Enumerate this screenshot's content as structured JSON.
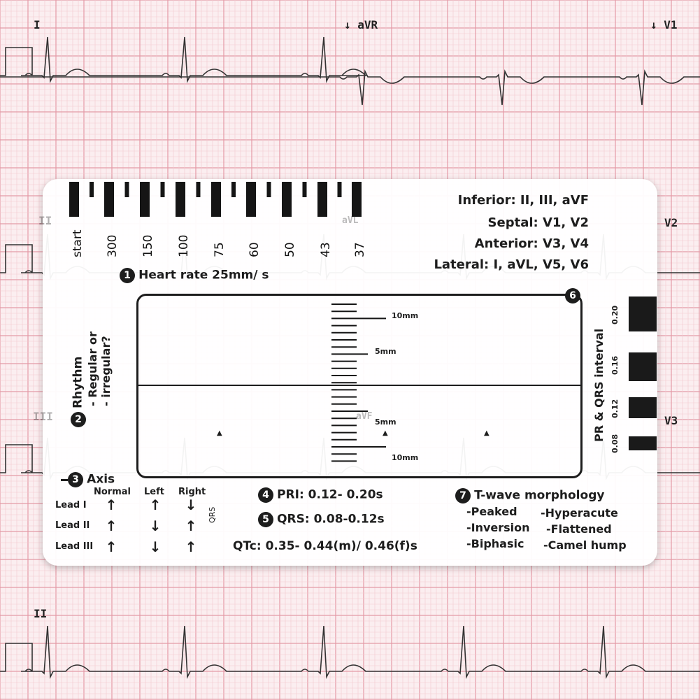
{
  "leads": {
    "I": "I",
    "aVR": "aVR",
    "V1": "V1",
    "II_top": "II",
    "aVL": "aVL",
    "V2": "V2",
    "III": "III",
    "aVF": "aVF",
    "V3": "V3",
    "II_bottom": "II"
  },
  "ruler": {
    "labels": [
      "start",
      "300",
      "150",
      "100",
      "75",
      "60",
      "50",
      "43",
      "37"
    ]
  },
  "territories": {
    "inferior": "Inferior: II, III, aVF",
    "septal": "Septal: V1, V2",
    "anterior": "Anterior: V3, V4",
    "lateral": "Lateral: I, aVL, V5, V6"
  },
  "heart_rate": {
    "number": "1",
    "label": "Heart rate 25mm/ s"
  },
  "rhythm": {
    "number": "2",
    "title": "Rhythm",
    "line1": "- Regular or",
    "line2": "- irregular?"
  },
  "axis": {
    "number": "3",
    "title": "Axis",
    "columns": [
      "Normal",
      "Left",
      "Right"
    ],
    "rows": [
      "Lead I",
      "Lead II",
      "Lead III"
    ],
    "qrs_label": "QRS",
    "arrows": [
      [
        "↑",
        "↑",
        "↓"
      ],
      [
        "↑",
        "↓",
        "↑"
      ],
      [
        "↑",
        "↓",
        "↑"
      ]
    ]
  },
  "pri": {
    "number": "4",
    "label": "PRI: 0.12- 0.20s"
  },
  "qrs": {
    "number": "5",
    "label": "QRS: 0.08-0.12s"
  },
  "qtc": {
    "label": "QTc: 0.35- 0.44(m)/ 0.46(f)s"
  },
  "box": {
    "number": "6",
    "mm_top_10": "10mm",
    "mm_top_5": "5mm",
    "mm_bottom_5": "5mm",
    "mm_bottom_10": "10mm",
    "marker": "▲"
  },
  "pr_qrs": {
    "title": "PR & QRS interval",
    "values": [
      "0.20",
      "0.16",
      "0.12",
      "0.08"
    ]
  },
  "twave": {
    "number": "7",
    "title": "T-wave morphology",
    "items": [
      "-Peaked",
      "-Hyperacute",
      "-Inversion",
      "-Flattened",
      "-Biphasic",
      "-Camel hump"
    ]
  },
  "colors": {
    "grid_minor": "#f3c9cf",
    "grid_major": "#e49aa6",
    "trace": "#333333",
    "card": "#ffffff",
    "ink": "#1d1d1d"
  }
}
